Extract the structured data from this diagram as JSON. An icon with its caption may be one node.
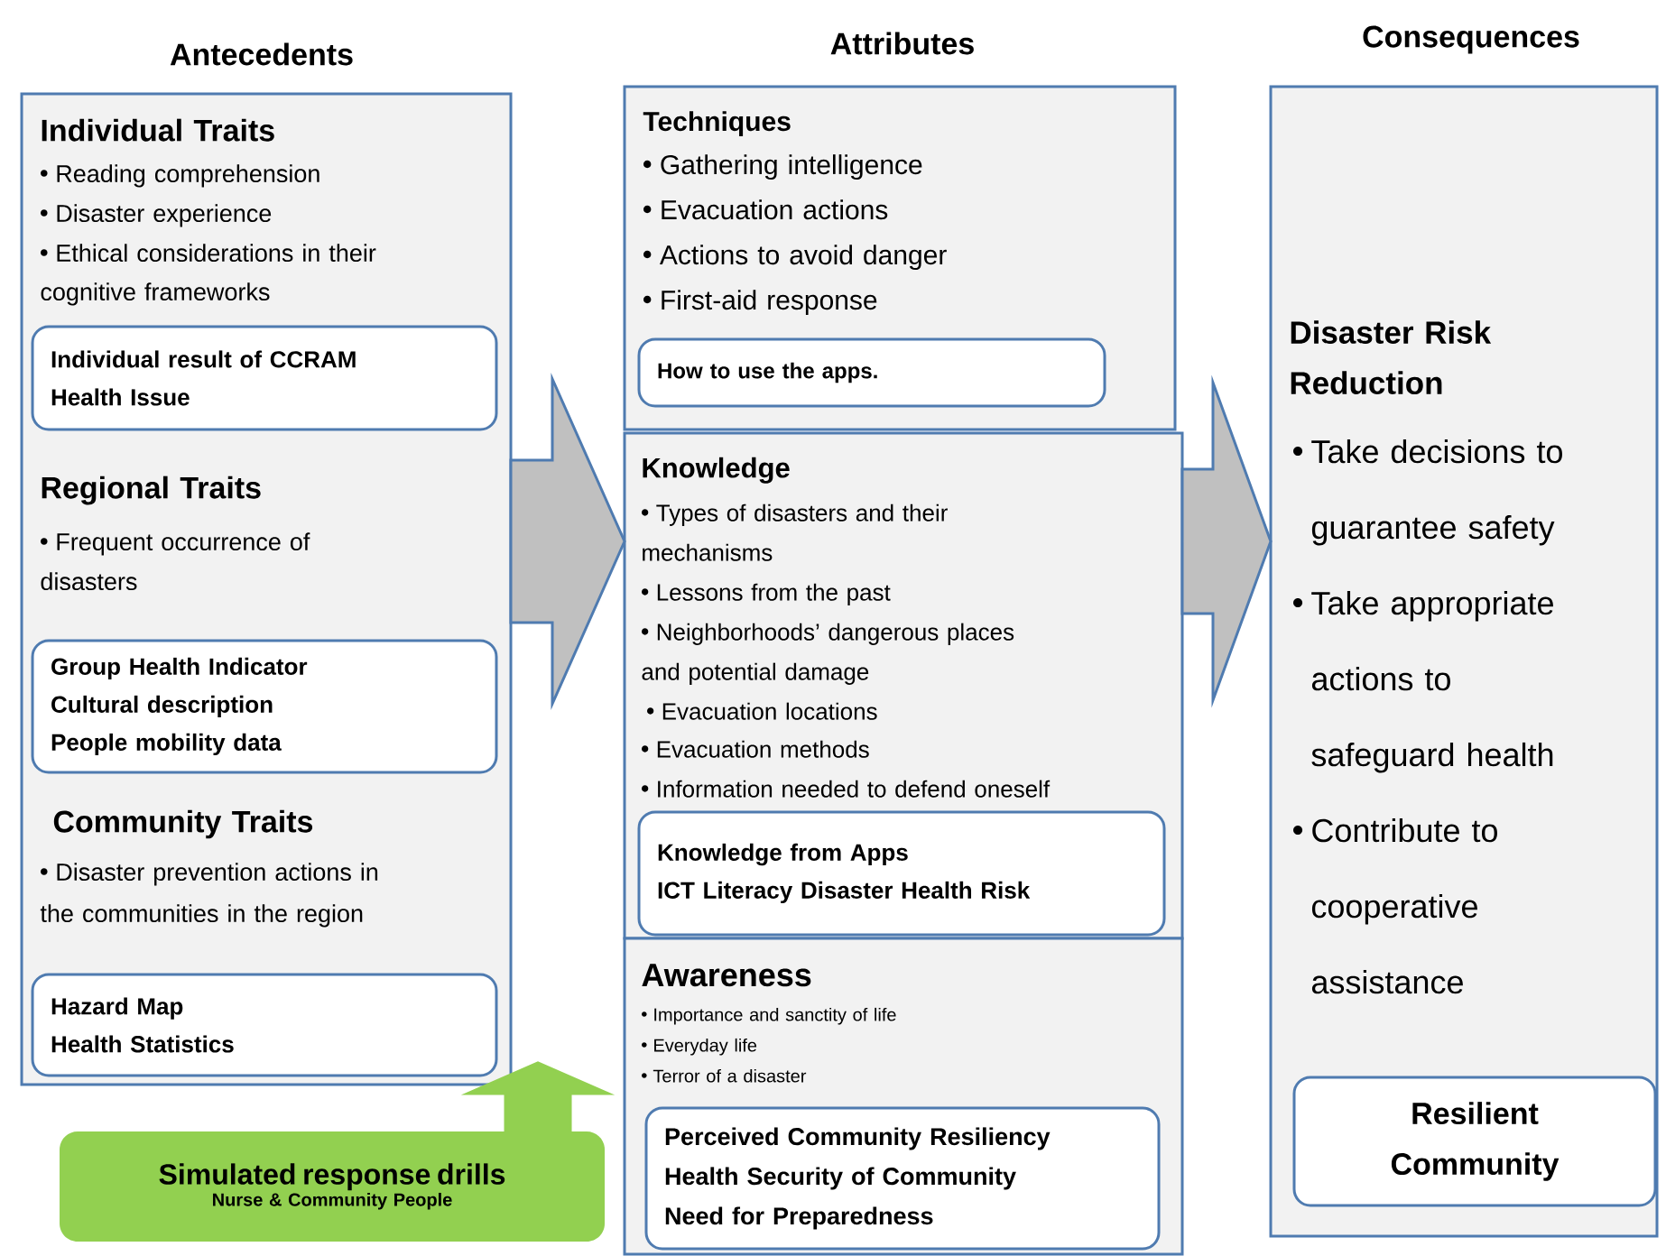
{
  "diagram": {
    "nodes": [
      {
        "text": [
          "Individual Traits",
          "Reading comprehension",
          "Disaster experience",
          "Ethical considerations in their cognitive frameworks",
          "Regional Traits",
          "Frequent occurrence of disasters",
          "Community Traits",
          "Disaster prevention actions in the communities in the region"
        ]
      },
      {
        "text": [
          "Individual result of CCRAM",
          "Health Issue"
        ],
        "in": 0
      },
      {
        "text": [
          "Group Health Indicator",
          "Cultural description",
          "People mobility data"
        ],
        "in": 0
      },
      {
        "text": [
          "Hazard Map",
          "Health Statistics"
        ],
        "in": 0
      },
      {
        "text": [
          "Techniques",
          "Gathering intelligence",
          "Evacuation actions",
          "Actions to avoid danger",
          "First-aid response"
        ]
      },
      {
        "text": [
          "How to use the apps."
        ],
        "in": 4
      },
      {
        "text": [
          "Knowledge",
          "Types of disasters and their mechanisms",
          "Lessons from the past",
          "Neighborhoods’ dangerous places and potential damage",
          "Evacuation locations",
          "Evacuation methods",
          "Information needed to defend oneself"
        ]
      },
      {
        "text": [
          "Knowledge from Apps",
          "ICT Literacy Disaster Health Risk"
        ],
        "in": 6
      },
      {
        "text": [
          "Awareness",
          "Importance and sanctity of life",
          "Everyday life",
          "Terror of a disaster"
        ]
      },
      {
        "text": [
          "Perceived Community Resiliency",
          "Health Security of Community",
          "Need for Preparedness"
        ],
        "in": 8
      },
      {
        "text": [
          "Disaster Risk Reduction",
          "Take decisions to guarantee safety",
          "Take appropriate actions to safeguard health",
          "Contribute to cooperative assistance"
        ]
      },
      {
        "text": [
          "Resilient Community"
        ],
        "in": 10
      },
      {
        "text": [
          "Simulated response drills",
          "Nurse & Community People"
        ]
      }
    ],
    "edges": [
      {
        "from": 0,
        "to": 6,
        "arrow": "to"
      },
      {
        "from": 6,
        "to": 10,
        "arrow": "to"
      },
      {
        "from": 12,
        "to": 0,
        "arrow": "to",
        "color": "#92d050"
      }
    ],
    "labels": [
      "Antecedents",
      "Attributes",
      "Consequences"
    ]
  }
}
